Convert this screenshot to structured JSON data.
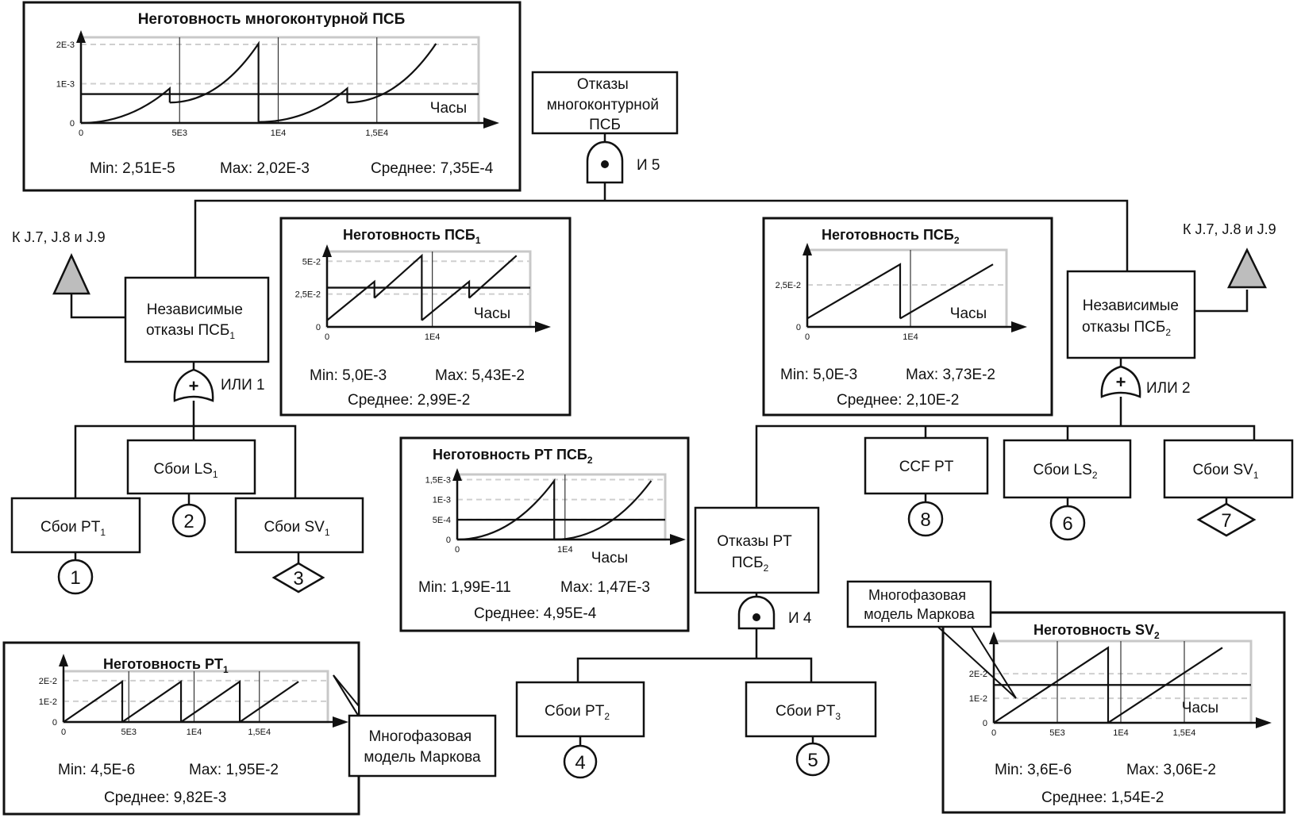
{
  "top_event": {
    "label_lines": [
      "Отказы",
      "многоконтурной",
      "ПСБ"
    ]
  },
  "gates": {
    "and5": {
      "label": "И 5"
    },
    "or1": {
      "label": "ИЛИ 1"
    },
    "or2": {
      "label": "ИЛИ 2"
    },
    "and4": {
      "label": "И 4"
    }
  },
  "transfer_left": {
    "label": "К J.7, J.8 и J.9"
  },
  "transfer_right": {
    "label": "К J.7, J.8 и J.9"
  },
  "events": {
    "indep1": {
      "lines": [
        "Независимые",
        "отказы ПСБ"
      ],
      "sub": "1"
    },
    "indep2": {
      "lines": [
        "Независимые",
        "отказы ПСБ"
      ],
      "sub": "2"
    },
    "ls1": {
      "text": "Сбои LS",
      "sub": "1"
    },
    "pt1": {
      "text": "Сбои PT",
      "sub": "1"
    },
    "sv1_left": {
      "text": "Сбои SV",
      "sub": "1"
    },
    "ccf": {
      "text": "CCF PT",
      "sub": ""
    },
    "ls2": {
      "text": "Сбои LS",
      "sub": "2"
    },
    "sv1_right": {
      "text": "Сбои SV",
      "sub": "1"
    },
    "pt_fail": {
      "lines": [
        "Отказы PT",
        "ПСБ"
      ],
      "sub": "2"
    },
    "pt2": {
      "text": "Сбои PT",
      "sub": "2"
    },
    "pt3": {
      "text": "Сбои PT",
      "sub": "3"
    }
  },
  "basic_events": {
    "e1": "1",
    "e2": "2",
    "e3": "3",
    "e4": "4",
    "e5": "5",
    "e6": "6",
    "e7": "7",
    "e8": "8"
  },
  "callouts": {
    "markov_left": [
      "Многофазовая",
      "модель Маркова"
    ],
    "markov_right": [
      "Многофазовая",
      "модель Маркова"
    ]
  },
  "chart_data": [
    {
      "id": "multi",
      "type": "line",
      "title": "Неготовность многоконтурной ПСБ",
      "title_sub": "",
      "xlabel": "Часы",
      "x_ticks": [
        "0",
        "5E3",
        "1E4",
        "1,5E4"
      ],
      "x_tick_values": [
        0,
        5000,
        10000,
        15000
      ],
      "xlim": [
        0,
        20000
      ],
      "y_ticks": [
        "0",
        "1E-3",
        "2E-3"
      ],
      "y_tick_values": [
        0,
        0.001,
        0.002
      ],
      "ylim": [
        0,
        0.0021
      ],
      "vlines": [
        5000,
        10000,
        15000
      ],
      "series": [
        {
          "x": [
            0,
            4500,
            4500,
            9000,
            9000,
            13500,
            13500,
            18000
          ],
          "y": [
            0,
            0.00088,
            0.00052,
            0.00202,
            2.5e-05,
            0.00088,
            0.00052,
            0.00202
          ]
        }
      ],
      "curve_shape": "convex",
      "average": 0.000735,
      "stats": {
        "min": "Min: 2,51E-5",
        "max": "Max: 2,02E-3",
        "mean": "Среднее: 7,35E-4"
      }
    },
    {
      "id": "psb1",
      "type": "line",
      "title": "Неготовность ПСБ",
      "title_sub": "1",
      "xlabel": "Часы",
      "x_ticks": [
        "0",
        "1E4"
      ],
      "x_tick_values": [
        0,
        10000
      ],
      "xlim": [
        0,
        19000
      ],
      "y_ticks": [
        "0",
        "2,5E-2",
        "5E-2"
      ],
      "y_tick_values": [
        0,
        0.025,
        0.05
      ],
      "ylim": [
        0,
        0.055
      ],
      "vlines": [
        10000
      ],
      "series": [
        {
          "x": [
            0,
            4500,
            4500,
            9000,
            9000,
            13500,
            13500,
            18000
          ],
          "y": [
            0.005,
            0.0345,
            0.022,
            0.0543,
            0.005,
            0.0345,
            0.022,
            0.0543
          ]
        }
      ],
      "curve_shape": "linear",
      "average": 0.0299,
      "stats": {
        "min": "Min: 5,0E-3",
        "max": "Max: 5,43E-2",
        "mean": "Среднее: 2,99E-2"
      }
    },
    {
      "id": "psb2",
      "type": "line",
      "title": "Неготовность ПСБ",
      "title_sub": "2",
      "xlabel": "Часы",
      "x_ticks": [
        "0",
        "1E4"
      ],
      "x_tick_values": [
        0,
        10000
      ],
      "xlim": [
        0,
        19000
      ],
      "y_ticks": [
        "0",
        "2,5E-2"
      ],
      "y_tick_values": [
        0,
        0.025
      ],
      "ylim": [
        0,
        0.044
      ],
      "vlines": [
        10000
      ],
      "series": [
        {
          "x": [
            0,
            9000,
            9000,
            18000
          ],
          "y": [
            0.005,
            0.0373,
            0.005,
            0.0373
          ]
        }
      ],
      "curve_shape": "linear",
      "average": null,
      "stats": {
        "min": "Min: 5,0E-3",
        "max": "Max: 3,73E-2",
        "mean": "Среднее: 2,10E-2"
      }
    },
    {
      "id": "ptpsb2",
      "type": "line",
      "title": "Неготовность PT ПСБ",
      "title_sub": "2",
      "xlabel": "Часы",
      "x_ticks": [
        "0",
        "1E4"
      ],
      "x_tick_values": [
        0,
        10000
      ],
      "xlim": [
        0,
        19000
      ],
      "y_ticks": [
        "0",
        "5E-4",
        "1E-3",
        "1,5E-3"
      ],
      "y_tick_values": [
        0,
        0.0005,
        0.001,
        0.0015
      ],
      "ylim": [
        0,
        0.00155
      ],
      "vlines": [
        10000
      ],
      "series": [
        {
          "x": [
            0,
            9000,
            9000,
            18000
          ],
          "y": [
            0,
            0.00147,
            0,
            0.00147
          ]
        }
      ],
      "curve_shape": "convex",
      "average": 0.000495,
      "stats": {
        "min": "Min: 1,99E-11",
        "max": "Max: 1,47E-3",
        "mean": "Среднее: 4,95E-4"
      }
    },
    {
      "id": "pt1",
      "type": "line",
      "title": "Неготовность PT",
      "title_sub": "1",
      "xlabel": "",
      "x_ticks": [
        "0",
        "5E3",
        "1E4",
        "1,5E4"
      ],
      "x_tick_values": [
        0,
        5000,
        10000,
        15000
      ],
      "xlim": [
        0,
        20000
      ],
      "y_ticks": [
        "0",
        "1E-2",
        "2E-2"
      ],
      "y_tick_values": [
        0,
        0.01,
        0.02
      ],
      "ylim": [
        0,
        0.023
      ],
      "vlines": [
        5000,
        10000,
        15000
      ],
      "series": [
        {
          "x": [
            0,
            4500,
            4500,
            9000,
            9000,
            13500,
            13500,
            18000
          ],
          "y": [
            0,
            0.0195,
            0,
            0.0195,
            0,
            0.0195,
            0,
            0.0195
          ]
        }
      ],
      "curve_shape": "linear",
      "average": null,
      "stats": {
        "min": "Min: 4,5E-6",
        "max": "Max: 1,95E-2",
        "mean": "Среднее: 9,82E-3"
      }
    },
    {
      "id": "sv2",
      "type": "line",
      "title": "Неготовность SV",
      "title_sub": "2",
      "xlabel": "Часы",
      "x_ticks": [
        "0",
        "5E3",
        "1E4",
        "1,5E4"
      ],
      "x_tick_values": [
        0,
        5000,
        10000,
        15000
      ],
      "xlim": [
        0,
        20000
      ],
      "y_ticks": [
        "0",
        "1E-2",
        "2E-2"
      ],
      "y_tick_values": [
        0,
        0.01,
        0.02
      ],
      "ylim": [
        0,
        0.032
      ],
      "vlines": [
        5000,
        10000,
        15000
      ],
      "series": [
        {
          "x": [
            0,
            9000,
            9000,
            18000
          ],
          "y": [
            0,
            0.0306,
            0,
            0.0306
          ]
        }
      ],
      "curve_shape": "linear",
      "average": 0.0154,
      "stats": {
        "min": "Min: 3,6E-6",
        "max": "Max: 3,06E-2",
        "mean": "Среднее: 1,54E-2"
      }
    }
  ]
}
